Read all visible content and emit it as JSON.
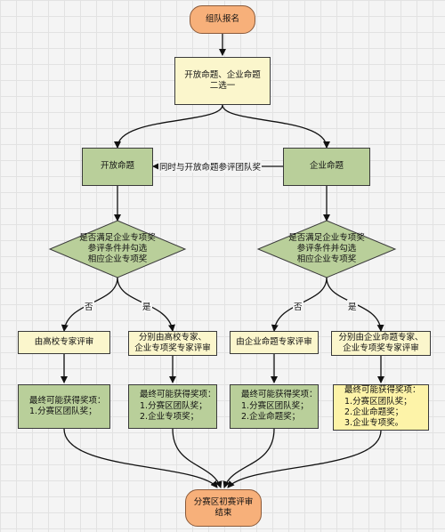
{
  "nodes": {
    "start": "组队报名",
    "choose": "开放命题、企业命题\n二选一",
    "open": "开放命题",
    "enterprise": "企业命题",
    "decision_left": "是否满足企业专项奖\n参评条件并勾选\n相应企业专项奖",
    "decision_right": "是否满足企业专项奖\n参评条件并勾选\n相应企业专项奖",
    "review_a": "由高校专家评审",
    "review_b": "分别由高校专家、\n企业专项奖专家评审",
    "review_c": "由企业命题专家评审",
    "review_d": "分别由企业命题专家、\n企业专项奖专家评审",
    "result_a": "最终可能获得奖项：\n1.分赛区团队奖；",
    "result_b": "最终可能获得奖项：\n1.分赛区团队奖；\n2.企业专项奖；",
    "result_c": "最终可能获得奖项：\n1.分赛区团队奖；\n2.企业命题奖；",
    "result_d": "最终可能获得奖项：\n1.分赛区团队奖；\n2.企业命题奖；\n3.企业专项奖。",
    "end": "分赛区初赛评审\n结束"
  },
  "edge_labels": {
    "cross": "同时与开放命题参评团队奖",
    "no_left": "否",
    "yes_left": "是",
    "no_right": "否",
    "yes_right": "是"
  },
  "colors": {
    "terminal": "#f7b07a",
    "process_yellow": "#fbf6cc",
    "process_green": "#b9cf9a",
    "highlight": "#fdf3a8"
  }
}
